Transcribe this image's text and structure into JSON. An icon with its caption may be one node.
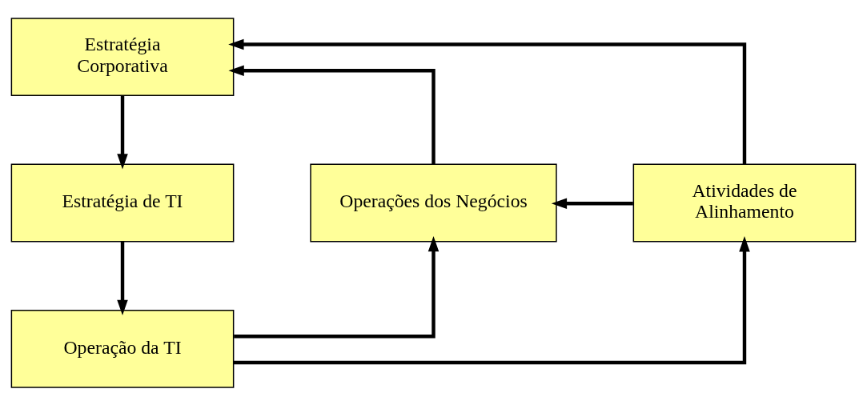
{
  "diagram": {
    "nodes": [
      {
        "text": [
          "Estratégia Corporativa"
        ]
      },
      {
        "text": [
          "Operações dos Negócios"
        ]
      },
      {
        "text": [
          "Atividades de Alinhamento"
        ]
      },
      {
        "text": [
          "Estratégia de TI"
        ]
      },
      {
        "text": [
          "Operação da TI"
        ]
      }
    ],
    "edges": [
      {
        "from": 1,
        "to": 0,
        "arrow": "to"
      },
      {
        "from": 0,
        "to": 3,
        "arrow": "to"
      },
      {
        "from": 2,
        "to": 0,
        "arrow": "to"
      },
      {
        "from": 2,
        "to": 1,
        "arrow": "to"
      },
      {
        "from": 3,
        "to": 4,
        "arrow": "to"
      },
      {
        "from": 4,
        "to": 1,
        "arrow": "to"
      },
      {
        "from": 4,
        "to": 2,
        "arrow": "to"
      }
    ]
  }
}
